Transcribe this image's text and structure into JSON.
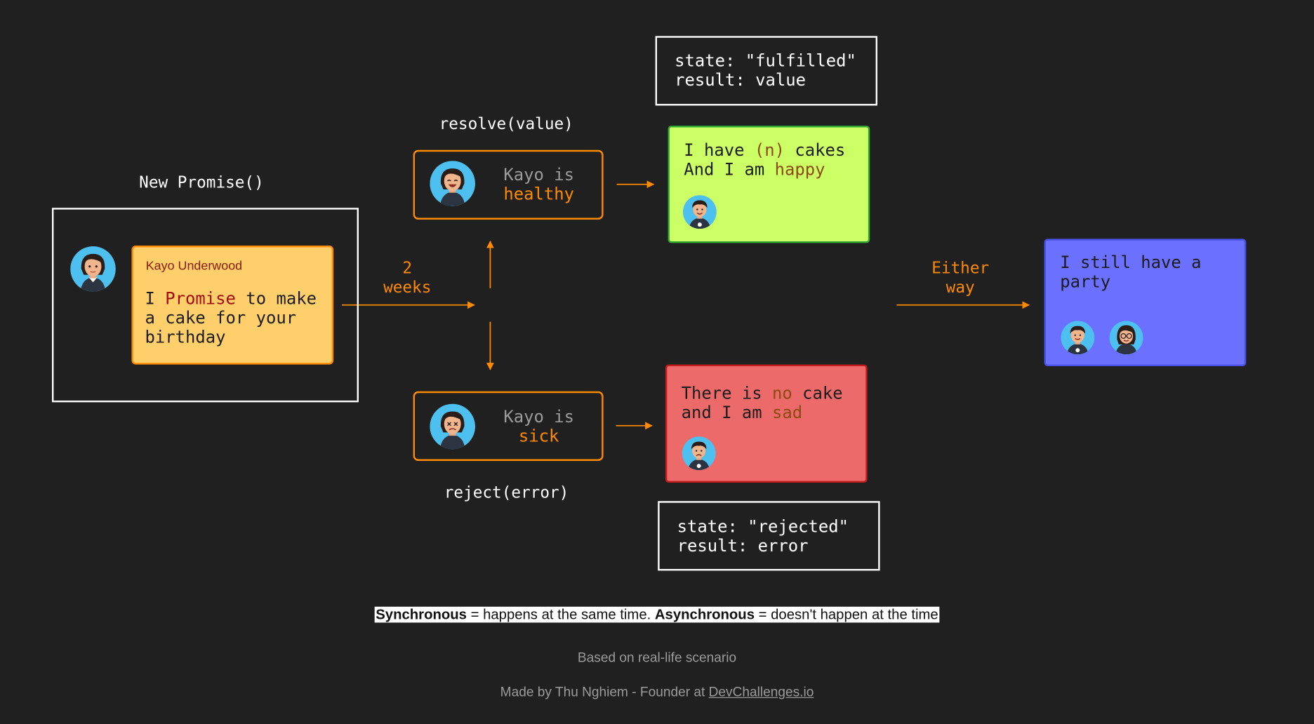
{
  "new_promise": {
    "title": "New Promise()",
    "card": {
      "name": "Kayo Underwood",
      "text_before": "I ",
      "text_highlight": "Promise",
      "text_after": " to make\na cake for your\nbirthday"
    }
  },
  "delay": {
    "line1": "2",
    "line2": "weeks"
  },
  "resolve": {
    "label": "resolve(value)",
    "status_prefix": "Kayo is",
    "status_value": "healthy",
    "state_text": "state: \"fulfilled\"\nresult: value",
    "outcome": {
      "line1_a": "I have ",
      "line1_b": "(n)",
      "line1_c": " cakes",
      "line2_a": "And I am ",
      "line2_b": "happy"
    }
  },
  "reject": {
    "label": "reject(error)",
    "status_prefix": "Kayo is",
    "status_value": "sick",
    "state_text": "state: \"rejected\"\nresult: error",
    "outcome": {
      "line1_a": "There is ",
      "line1_b": "no",
      "line1_c": " cake",
      "line2_a": "and I am ",
      "line2_b": "sad"
    }
  },
  "finally": {
    "label_line1": "Either",
    "label_line2": "way",
    "text": "I still have a\nparty"
  },
  "definition": {
    "sync_term": "Synchronous",
    "sync_def": " = happens at the same time. ",
    "async_term": "Asynchronous",
    "async_def": " = doesn't happen at the time"
  },
  "footer": {
    "scenario": "Based on real-life scenario",
    "credit_prefix": "Made by Thu Nghiem - Founder at ",
    "credit_link": "DevChallenges.io"
  },
  "colors": {
    "background": "#202020",
    "accent": "#ff8a00",
    "promise_card": "#ffcf6b",
    "fulfilled_card": "#ccff66",
    "rejected_card": "#ec6a69",
    "finally_card": "#6b70fe",
    "avatar_bg": "#4dc0f0"
  }
}
